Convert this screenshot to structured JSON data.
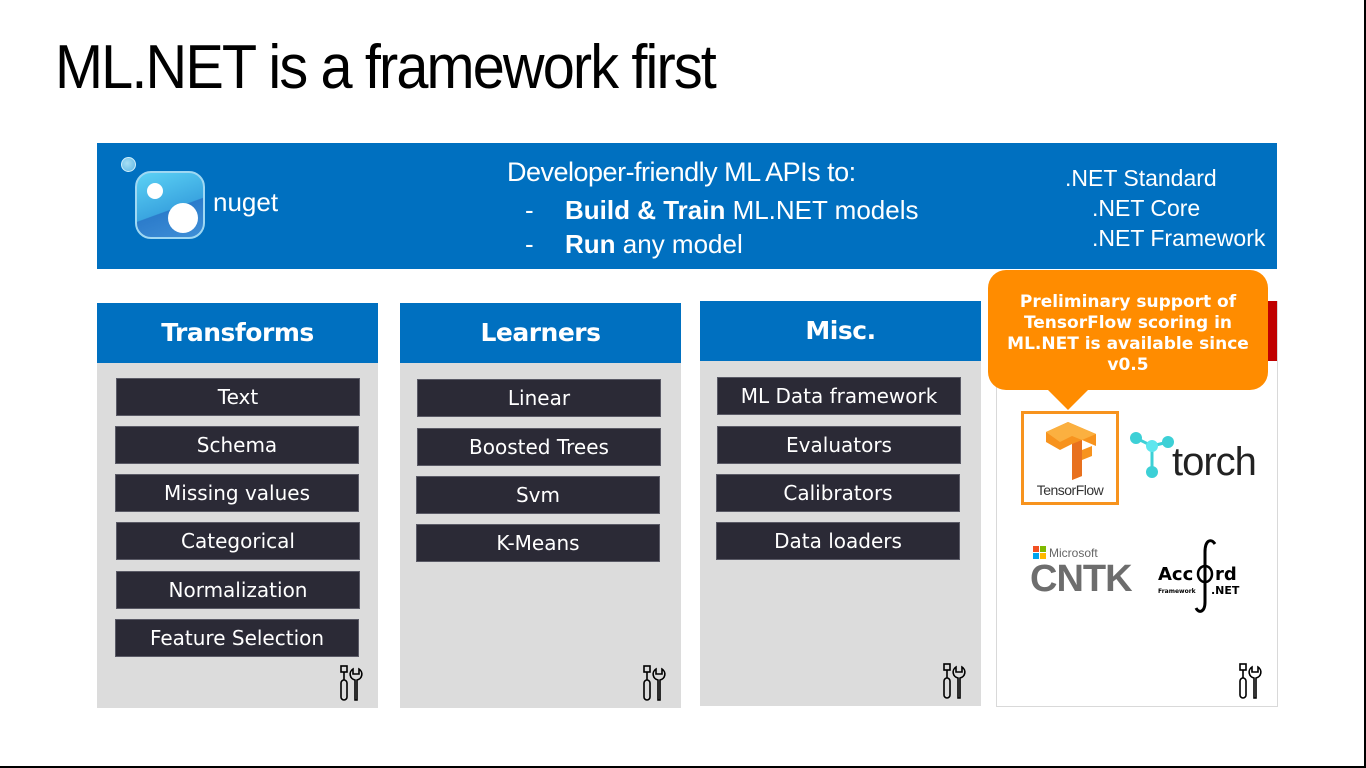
{
  "slide": {
    "title": "ML.NET is a framework first"
  },
  "banner": {
    "nuget_label": "nuget",
    "api_heading": "Developer-friendly ML APIs to:",
    "api_items": [
      {
        "dash": "-",
        "bold": "Build & Train",
        "rest": " ML.NET models"
      },
      {
        "dash": "-",
        "bold": "Run",
        "rest": " any model"
      }
    ],
    "platforms": [
      ".NET Standard",
      ".NET Core",
      ".NET Framework"
    ]
  },
  "panels": [
    {
      "title": "Transforms",
      "items": [
        "Text",
        "Schema",
        "Missing values",
        "Categorical",
        "Normalization",
        "Feature Selection"
      ],
      "icon": "tools-icon"
    },
    {
      "title": "Learners",
      "items": [
        "Linear",
        "Boosted Trees",
        "Svm",
        "K-Means"
      ],
      "icon": "tools-icon"
    },
    {
      "title": "Misc.",
      "items": [
        "ML Data framework",
        "Evaluators",
        "Calibrators",
        "Data loaders"
      ],
      "icon": "tools-icon"
    }
  ],
  "extensions": {
    "callout": "Preliminary support of TensorFlow scoring in ML.NET is available since v0.5",
    "logos": {
      "tensorflow": "TensorFlow",
      "torch": "torch",
      "microsoft": "Microsoft",
      "cntk": "CNTK",
      "accord_top": "Acc",
      "accord_top2": "rd",
      "accord_sub": "Framework",
      "accord_net": ".NET"
    }
  },
  "colors": {
    "brand_blue": "#0070c0",
    "item_dark": "#2b2a36",
    "callout_orange": "#ff8c00",
    "accent_red": "#c00000"
  }
}
